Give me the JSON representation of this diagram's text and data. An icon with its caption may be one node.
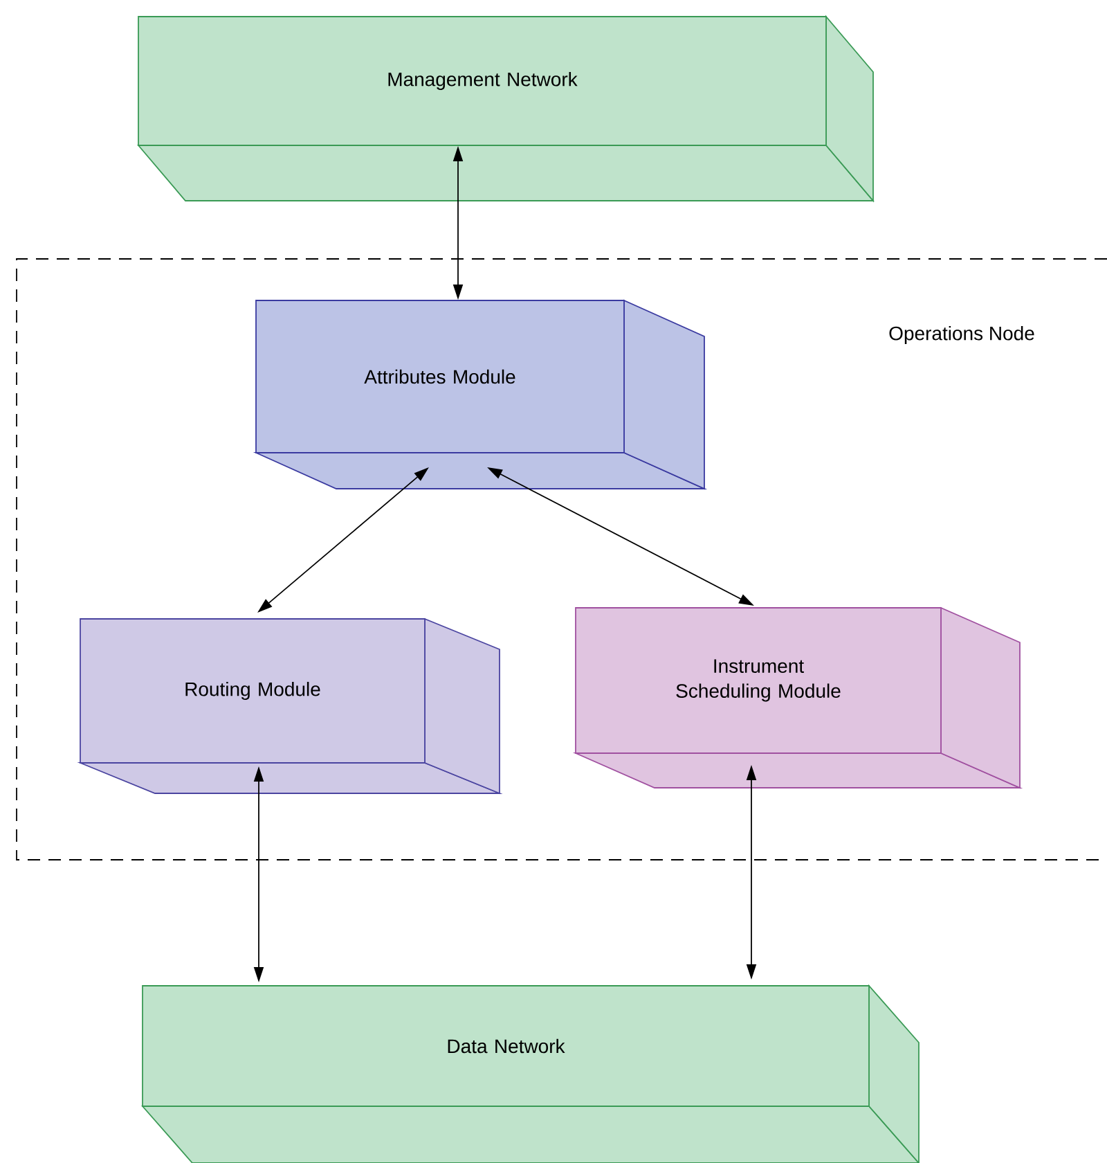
{
  "diagram": {
    "nodes": [
      {
        "text": [
          "Management Network"
        ]
      },
      {
        "text": [
          "Operations Node"
        ]
      },
      {
        "text": [
          "Attributes Module"
        ],
        "in": 1
      },
      {
        "text": [
          "Routing Module"
        ],
        "in": 1
      },
      {
        "text": [
          "Instrument Scheduling Module"
        ],
        "in": 1
      },
      {
        "text": [
          "Data Network"
        ]
      }
    ],
    "edges": [
      {
        "from": 0,
        "to": 2,
        "arrow": "both"
      },
      {
        "from": 2,
        "to": 3,
        "arrow": "both"
      },
      {
        "from": 2,
        "to": 4,
        "arrow": "both"
      },
      {
        "from": 3,
        "to": 5,
        "arrow": "both"
      },
      {
        "from": 4,
        "to": 5,
        "arrow": "both"
      }
    ]
  }
}
